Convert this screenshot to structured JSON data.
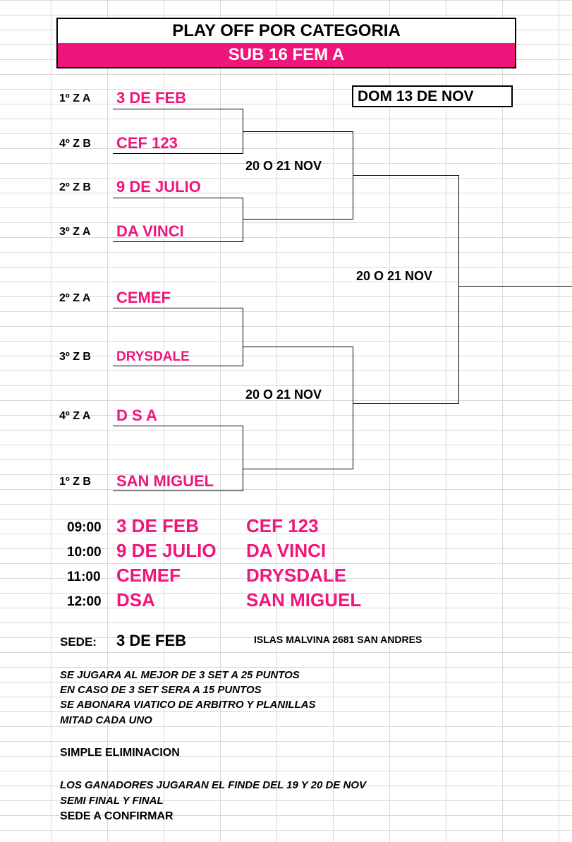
{
  "header": {
    "title": "PLAY OFF POR CATEGORIA",
    "subtitle": "SUB 16 FEM A",
    "final_date": "DOM 13 DE NOV"
  },
  "bracket": {
    "matches": [
      {
        "seed": "1º Z A",
        "team": "3 DE FEB"
      },
      {
        "seed": "4º Z B",
        "team": "CEF 123"
      },
      {
        "seed": "2º Z B",
        "team": "9 DE JULIO"
      },
      {
        "seed": "3º Z A",
        "team": "DA VINCI"
      },
      {
        "seed": "2º Z A",
        "team": "CEMEF"
      },
      {
        "seed": "3º Z B",
        "team": "DRYSDALE"
      },
      {
        "seed": "4º Z A",
        "team": "D S A"
      },
      {
        "seed": "1º Z B",
        "team": "SAN MIGUEL"
      }
    ],
    "round_dates": [
      "20 O 21 NOV",
      "20 O 21 NOV",
      "20 O 21 NOV"
    ]
  },
  "schedule": [
    {
      "time": "09:00",
      "home": "3 DE FEB",
      "away": "CEF 123"
    },
    {
      "time": "10:00",
      "home": "9 DE JULIO",
      "away": "DA VINCI"
    },
    {
      "time": "11:00",
      "home": "CEMEF",
      "away": "DRYSDALE"
    },
    {
      "time": "12:00",
      "home": "DSA",
      "away": "SAN MIGUEL"
    }
  ],
  "venue": {
    "label": "SEDE:",
    "name": "3 DE FEB",
    "address": "ISLAS MALVINA 2681 SAN ANDRES"
  },
  "notes": [
    "SE  JUGARA AL MEJOR DE 3 SET A 25 PUNTOS",
    "EN CASO DE 3 SET SERA A 15 PUNTOS",
    "SE ABONARA VIATICO DE ARBITRO Y PLANILLAS",
    "MITAD CADA UNO"
  ],
  "format": "SIMPLE ELIMINACION",
  "footer_notes": [
    "LOS GANADORES JUGARAN EL FINDE DEL 19 Y 20 DE NOV",
    "SEMI FINAL Y FINAL"
  ],
  "footer_venue": "SEDE A CONFIRMAR",
  "colors": {
    "accent": "#f0157a",
    "grid": "#d9d9d9"
  }
}
